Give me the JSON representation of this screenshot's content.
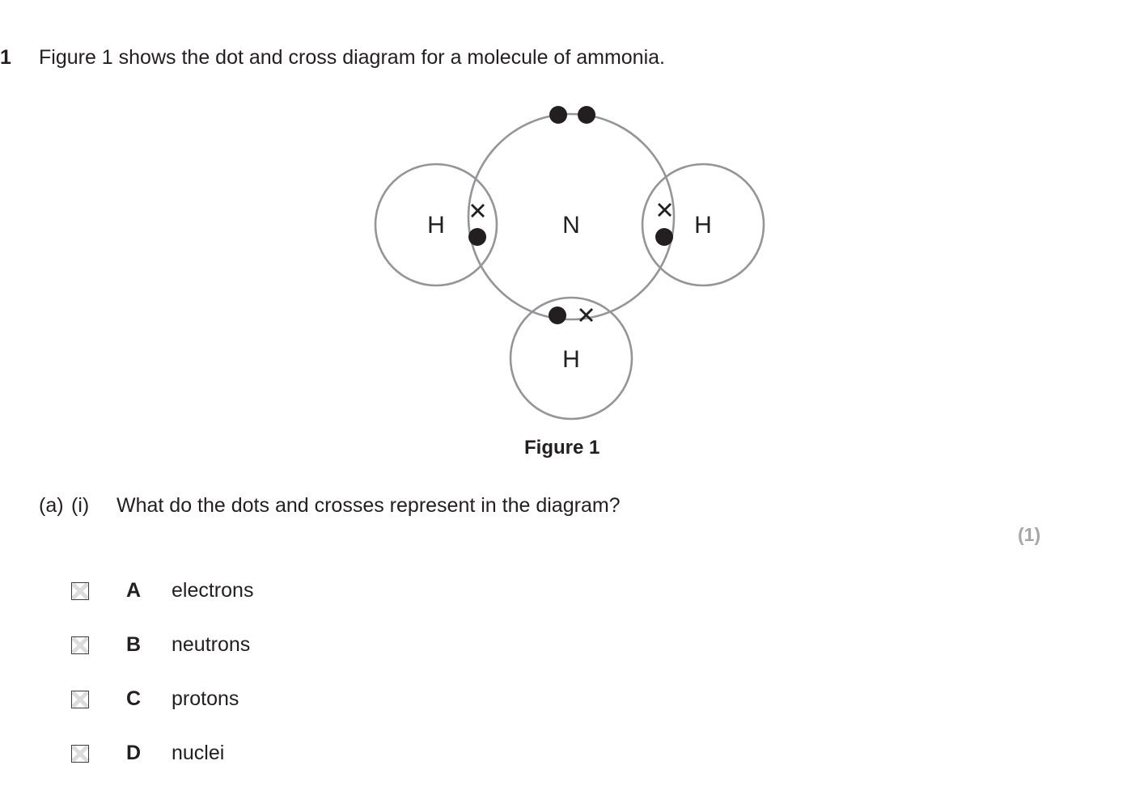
{
  "question": {
    "number": "1",
    "stem": "Figure 1 shows the dot and cross diagram for a molecule of ammonia."
  },
  "figure": {
    "caption": "Figure 1",
    "atoms": [
      {
        "symbol": "N",
        "role": "central-atom"
      },
      {
        "symbol": "H",
        "role": "hydrogen-left"
      },
      {
        "symbol": "H",
        "role": "hydrogen-right"
      },
      {
        "symbol": "H",
        "role": "hydrogen-bottom"
      }
    ],
    "electrons": {
      "lone_pair_dots": 2,
      "bonding_pairs": 3,
      "dot_symbol": "dot",
      "cross_symbol": "cross"
    },
    "colors": {
      "ring_stroke": "#939598",
      "electron": "#231f20"
    }
  },
  "part": {
    "label": "(a)",
    "roman": "(i)",
    "question": "What do the dots and crosses represent in the diagram?",
    "marks": "(1)",
    "marks_color": "#a6a6a6"
  },
  "options": [
    {
      "letter": "A",
      "text": "electrons"
    },
    {
      "letter": "B",
      "text": "neutrons"
    },
    {
      "letter": "C",
      "text": "protons"
    },
    {
      "letter": "D",
      "text": "nuclei"
    }
  ]
}
